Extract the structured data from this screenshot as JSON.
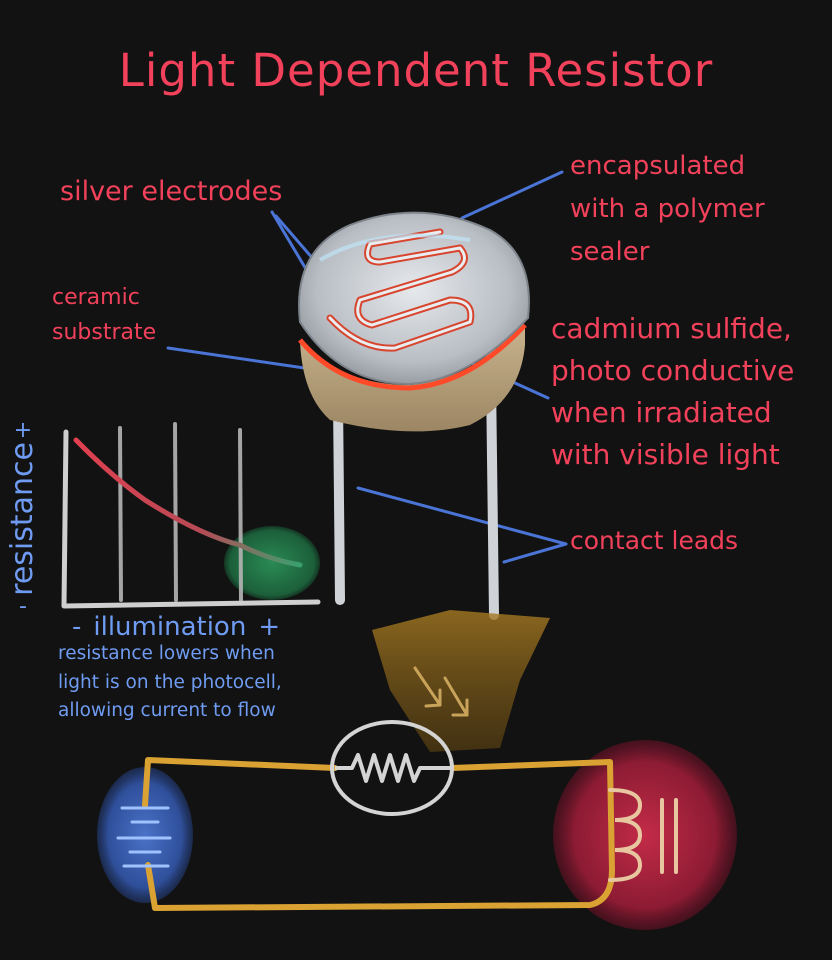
{
  "title": "Light Dependent Resistor",
  "labels": {
    "encapsulated": "encapsulated\nwith a polymer\nsealer",
    "silver_electrodes": "silver electrodes",
    "ceramic_substrate": "ceramic\nsubstrate",
    "cadmium_sulfide": "cadmium sulfide,\nphoto conductive\nwhen irradiated\nwith visible light",
    "contact_leads": "contact leads"
  },
  "graph": {
    "y_axis_label": "resistance",
    "y_plus": "+",
    "y_minus": "-",
    "x_minus": "-",
    "x_axis_label": "illumination",
    "x_plus": "+",
    "note": "resistance lowers when\nlight is on the photocell,\nallowing current to flow"
  },
  "colors": {
    "label_red": "#f2415a",
    "label_blue": "#6f9cf2",
    "leader_line": "#4a74d6",
    "circuit_wire": "#d9a233",
    "battery": "#3d62b8",
    "coil": "#b5253f",
    "light_glow": "#a67a22",
    "curve_high": "#e0404f",
    "curve_low": "#3aa070"
  },
  "icons": [
    "battery-icon",
    "photoresistor-icon",
    "coil-icon",
    "light-arrows-icon"
  ]
}
